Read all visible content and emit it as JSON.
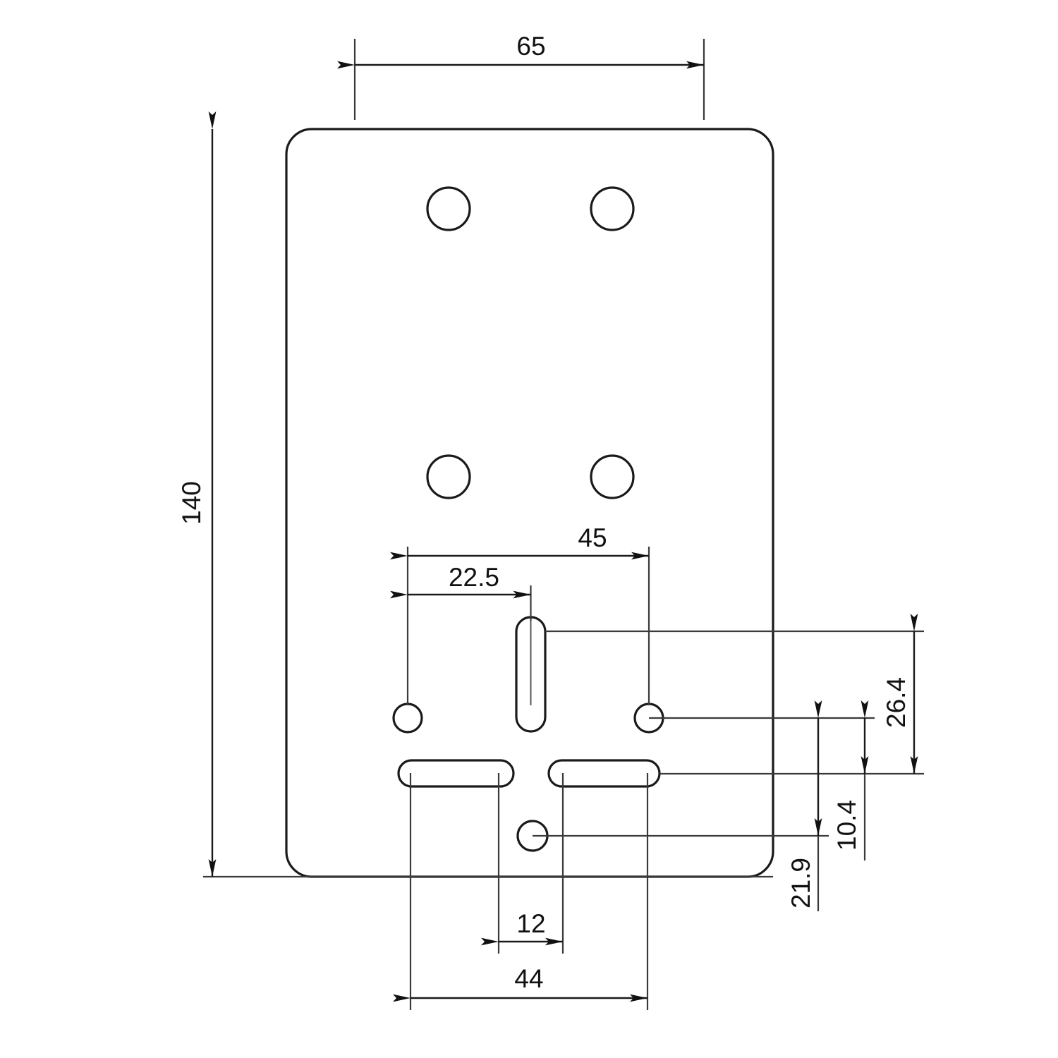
{
  "drawing": {
    "title": "Mounting Plate Orthographic Drawing",
    "background_color": "#ffffff",
    "line_color": "#1a1a1a",
    "text_color": "#111111",
    "units": "mm",
    "view": "front"
  },
  "part": {
    "name": "rounded-rectangular-mounting-plate",
    "width_mm": 65,
    "height_mm": 140,
    "corner_radius_note": "rounded corners"
  },
  "dimensions": {
    "overall_width": {
      "label": "65",
      "orientation": "horizontal",
      "position": "top"
    },
    "overall_height": {
      "label": "140",
      "orientation": "vertical",
      "position": "left"
    },
    "slot_span_45": {
      "label": "45",
      "orientation": "horizontal",
      "position": "middle"
    },
    "offset_22_5": {
      "label": "22.5",
      "orientation": "horizontal",
      "position": "middle"
    },
    "height_26_4": {
      "label": "26.4",
      "orientation": "vertical",
      "position": "right"
    },
    "height_21_9": {
      "label": "21.9",
      "orientation": "vertical",
      "position": "right"
    },
    "height_10_4": {
      "label": "10.4",
      "orientation": "vertical",
      "position": "right"
    },
    "gap_12": {
      "label": "12",
      "orientation": "horizontal",
      "position": "bottom"
    },
    "span_44": {
      "label": "44",
      "orientation": "horizontal",
      "position": "bottom"
    }
  },
  "features": {
    "top_holes": [
      {
        "name": "top-left-hole",
        "shape": "circle"
      },
      {
        "name": "top-right-hole",
        "shape": "circle"
      }
    ],
    "mid_holes": [
      {
        "name": "mid-left-hole",
        "shape": "circle"
      },
      {
        "name": "mid-right-hole",
        "shape": "circle"
      }
    ],
    "small_holes": [
      {
        "name": "small-left-hole",
        "shape": "circle"
      },
      {
        "name": "small-right-hole",
        "shape": "circle"
      },
      {
        "name": "small-bottom-hole",
        "shape": "circle"
      }
    ],
    "slots": [
      {
        "name": "vertical-slot",
        "shape": "obround",
        "orientation": "vertical"
      },
      {
        "name": "horizontal-slot-left",
        "shape": "obround",
        "orientation": "horizontal"
      },
      {
        "name": "horizontal-slot-right",
        "shape": "obround",
        "orientation": "horizontal"
      }
    ]
  }
}
